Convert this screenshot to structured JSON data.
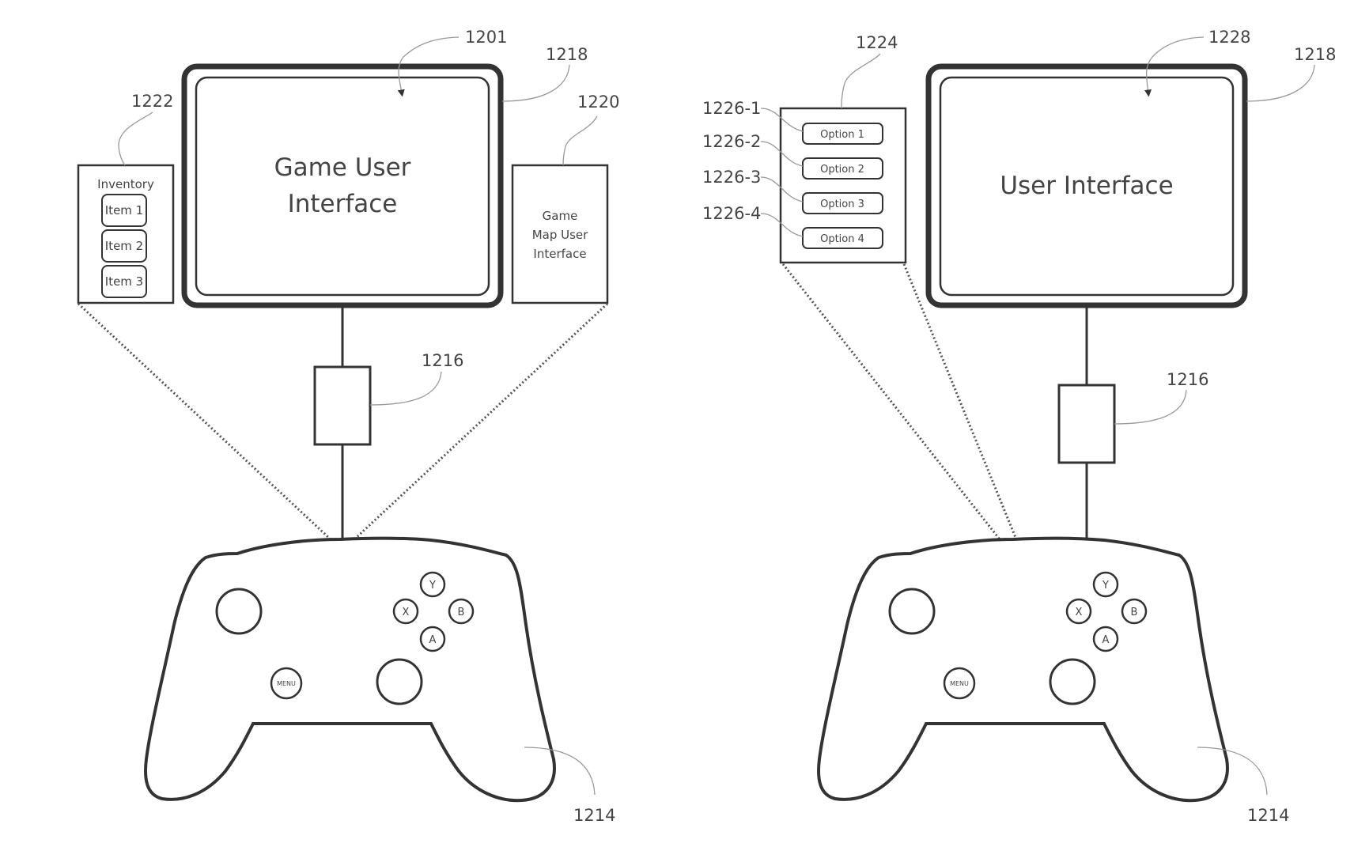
{
  "left_figure": {
    "refs": {
      "interface": "1201",
      "display": "1218",
      "inventory_panel": "1222",
      "map_panel": "1220",
      "device": "1216",
      "controller": "1214"
    },
    "main_screen_lines": [
      "Game User",
      "Interface"
    ],
    "inventory": {
      "title": "Inventory",
      "items": [
        "Item 1",
        "Item 2",
        "Item 3"
      ]
    },
    "map_panel_lines": [
      "Game",
      "Map User",
      "Interface"
    ]
  },
  "right_figure": {
    "refs": {
      "interface": "1228",
      "display": "1218",
      "option_panel": "1224",
      "device": "1216",
      "controller": "1214"
    },
    "main_screen_text": "User Interface",
    "options": [
      {
        "ref": "1226-1",
        "label": "Option 1"
      },
      {
        "ref": "1226-2",
        "label": "Option 2"
      },
      {
        "ref": "1226-3",
        "label": "Option 3"
      },
      {
        "ref": "1226-4",
        "label": "Option 4"
      }
    ]
  },
  "controller_buttons": {
    "y": "Y",
    "x": "X",
    "b": "B",
    "a": "A",
    "menu": "MENU"
  }
}
